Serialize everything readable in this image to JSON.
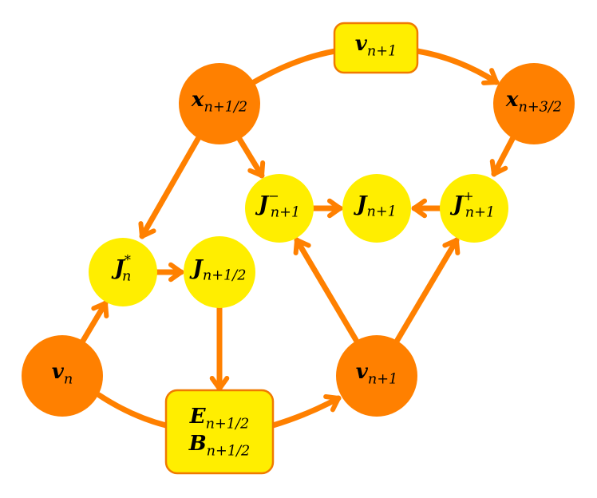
{
  "colors": {
    "accent": "#ff8000",
    "highlight": "#ffee00",
    "box_stroke": "#f07a00",
    "text": "#000000"
  },
  "nodes": {
    "v_n1_top": {
      "base": "v",
      "sub": "n+1",
      "sup": "",
      "shape": "box"
    },
    "x_half": {
      "base": "x",
      "sub": "n+1/2",
      "sup": "",
      "shape": "circle-orange"
    },
    "x_three_half": {
      "base": "x",
      "sub": "n+3/2",
      "sup": "",
      "shape": "circle-orange"
    },
    "j_minus": {
      "base": "J",
      "sub": "n+1",
      "sup": "−",
      "shape": "circle-yellow"
    },
    "j_n1": {
      "base": "J",
      "sub": "n+1",
      "sup": "",
      "shape": "circle-yellow"
    },
    "j_plus": {
      "base": "J",
      "sub": "n+1",
      "sup": "+",
      "shape": "circle-yellow"
    },
    "j_star": {
      "base": "J",
      "sub": "n",
      "sup": "*",
      "shape": "circle-yellow"
    },
    "j_half": {
      "base": "J",
      "sub": "n+1/2",
      "sup": "",
      "shape": "circle-yellow"
    },
    "v_n": {
      "base": "v",
      "sub": "n",
      "sup": "",
      "shape": "circle-orange"
    },
    "v_n1_bottom": {
      "base": "v",
      "sub": "n+1",
      "sup": "",
      "shape": "circle-orange"
    },
    "eb_box": {
      "line1": {
        "base": "E",
        "sub": "n+1/2"
      },
      "line2": {
        "base": "B",
        "sub": "n+1/2"
      },
      "shape": "box"
    }
  },
  "edges": [
    {
      "from": "x_half",
      "to": "v_n1_top",
      "arrow": false
    },
    {
      "from": "v_n1_top",
      "to": "x_three_half",
      "arrow": true
    },
    {
      "from": "x_half",
      "to": "j_star",
      "arrow": true
    },
    {
      "from": "x_half",
      "to": "j_minus",
      "arrow": true
    },
    {
      "from": "x_three_half",
      "to": "j_plus",
      "arrow": true
    },
    {
      "from": "j_minus",
      "to": "j_n1",
      "arrow": true
    },
    {
      "from": "j_plus",
      "to": "j_n1",
      "arrow": true
    },
    {
      "from": "j_star",
      "to": "j_half",
      "arrow": true
    },
    {
      "from": "v_n",
      "to": "j_star",
      "arrow": true
    },
    {
      "from": "j_half",
      "to": "eb_box",
      "arrow": true
    },
    {
      "from": "v_n",
      "to": "eb_box",
      "arrow": false
    },
    {
      "from": "eb_box",
      "to": "v_n1_bottom",
      "arrow": true
    },
    {
      "from": "v_n1_bottom",
      "to": "j_minus",
      "arrow": true
    },
    {
      "from": "v_n1_bottom",
      "to": "j_plus",
      "arrow": true
    }
  ]
}
